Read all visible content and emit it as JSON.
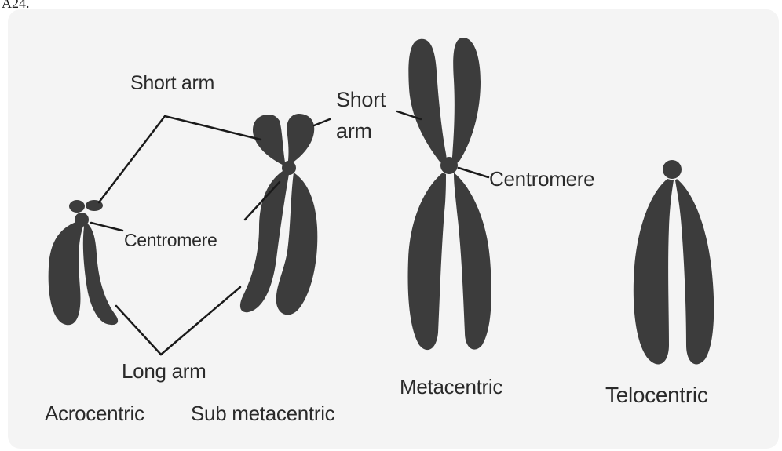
{
  "page_fragment": "A24.",
  "labels": {
    "short_arm_1": "Short arm",
    "short_arm_2_line1": "Short",
    "short_arm_2_line2": "arm",
    "centromere_1": "Centromere",
    "centromere_2": "Centromere",
    "long_arm": "Long arm",
    "acrocentric": "Acrocentric",
    "sub_metacentric": "Sub metacentric",
    "metacentric": "Metacentric",
    "telocentric": "Telocentric"
  },
  "colors": {
    "chromosome_fill": "#3c3c3c",
    "leader_line": "#1a1a1a",
    "label_text": "#2a2a2a"
  }
}
